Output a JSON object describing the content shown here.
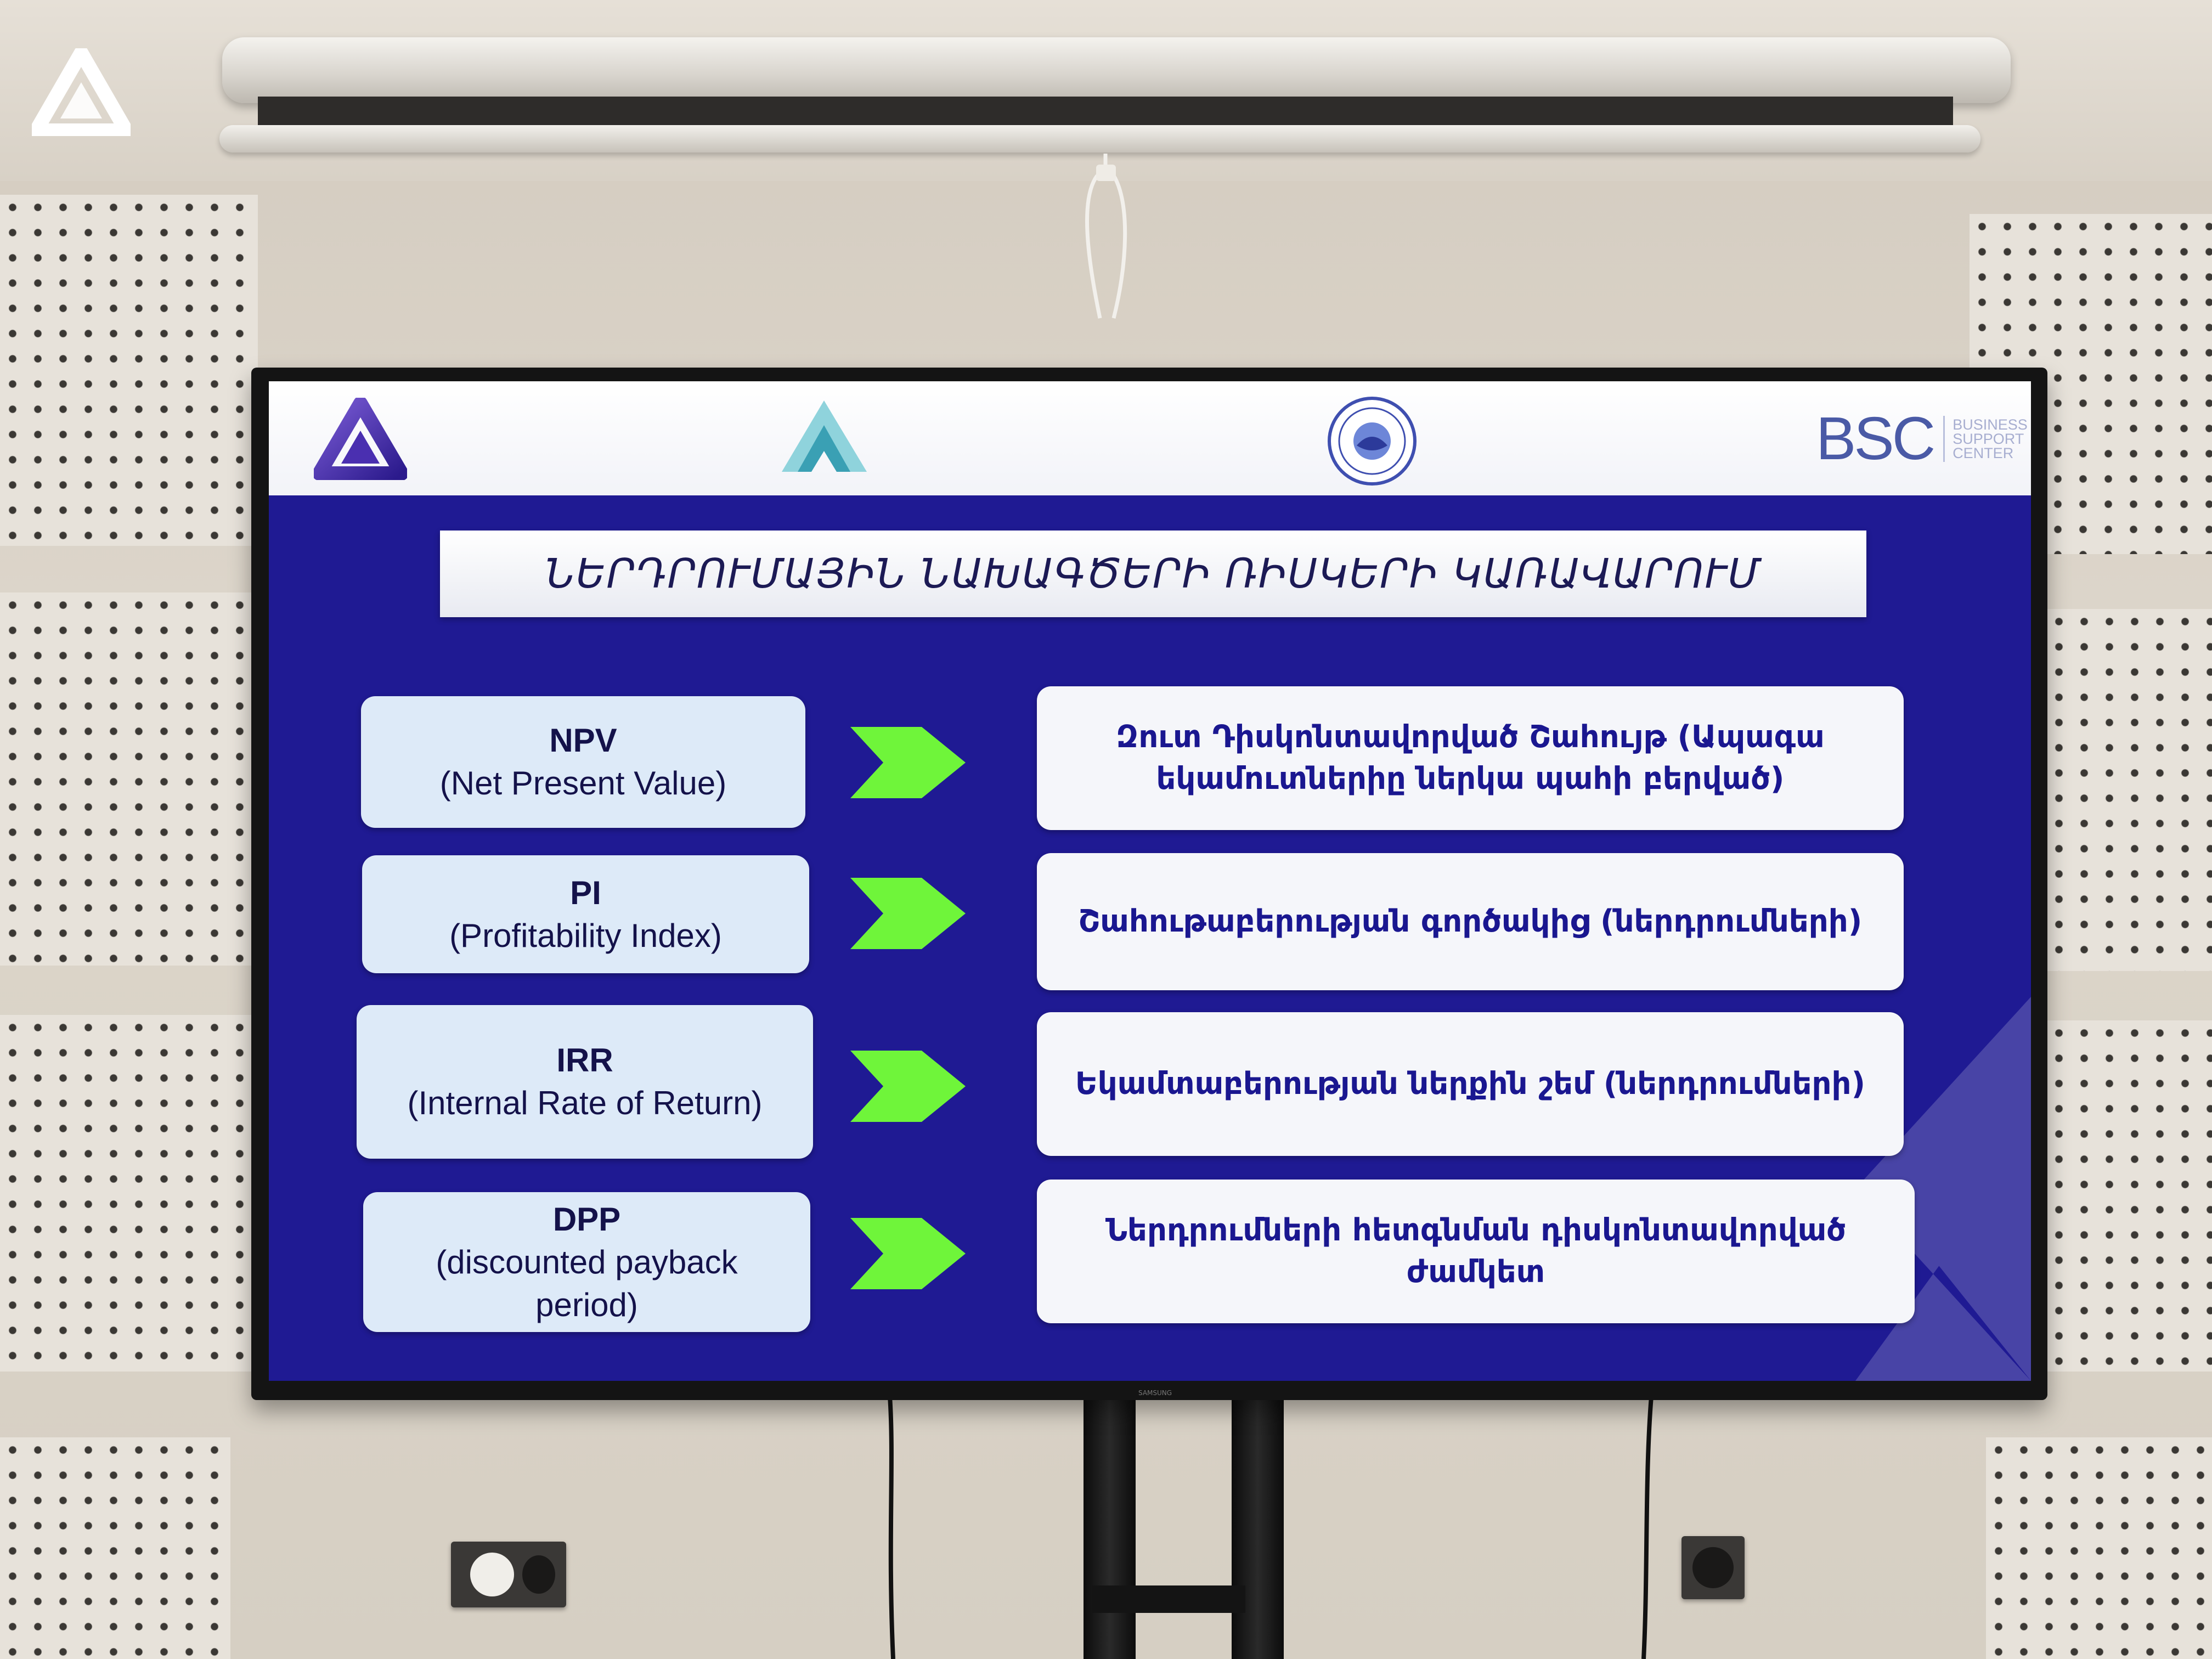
{
  "slide": {
    "title": "ՆԵՐԴՐՈՒՄԱՅԻՆ ՆԱԽԱԳԾԵՐԻ ՌԻՍԿԵՐԻ ԿԱՌԱՎԱՐՈՒՄ",
    "sponsor_logo_text": {
      "main": "BSC",
      "sub_lines": [
        "BUSINESS",
        "SUPPORT",
        "CENTER"
      ]
    },
    "rows": [
      {
        "code": "NPV",
        "expansion": "(Net Present Value)",
        "definition": "Զուտ Դիսկոնտավորված Շահույթ (Ապագա եկամուտներիը ներկա պահի բերված)"
      },
      {
        "code": "PI",
        "expansion": "(Profitability Index)",
        "definition": "Շահութաբերության գործակից (ներդրումների)"
      },
      {
        "code": "IRR",
        "expansion": "(Internal Rate of Return)",
        "definition": "Եկամտաբերության ներքին շեմ (ներդրումների)"
      },
      {
        "code": "DPP",
        "expansion": "(discounted payback period)",
        "definition": "Ներդրումների հետգնման դիսկոնտավորված ժամկետ"
      }
    ],
    "colors": {
      "slide_background": "#1f1a93",
      "arrow": "#6ff53a",
      "left_box": "#ddeaf8",
      "right_box": "#f5f6fa",
      "definition_text": "#1a1790"
    }
  },
  "tv_brand": "SAMSUNG",
  "icons": [
    "triangle-logo-icon",
    "chevron-logo-icon",
    "seal-logo-icon",
    "arrow-right-icon",
    "power-socket-icon"
  ]
}
